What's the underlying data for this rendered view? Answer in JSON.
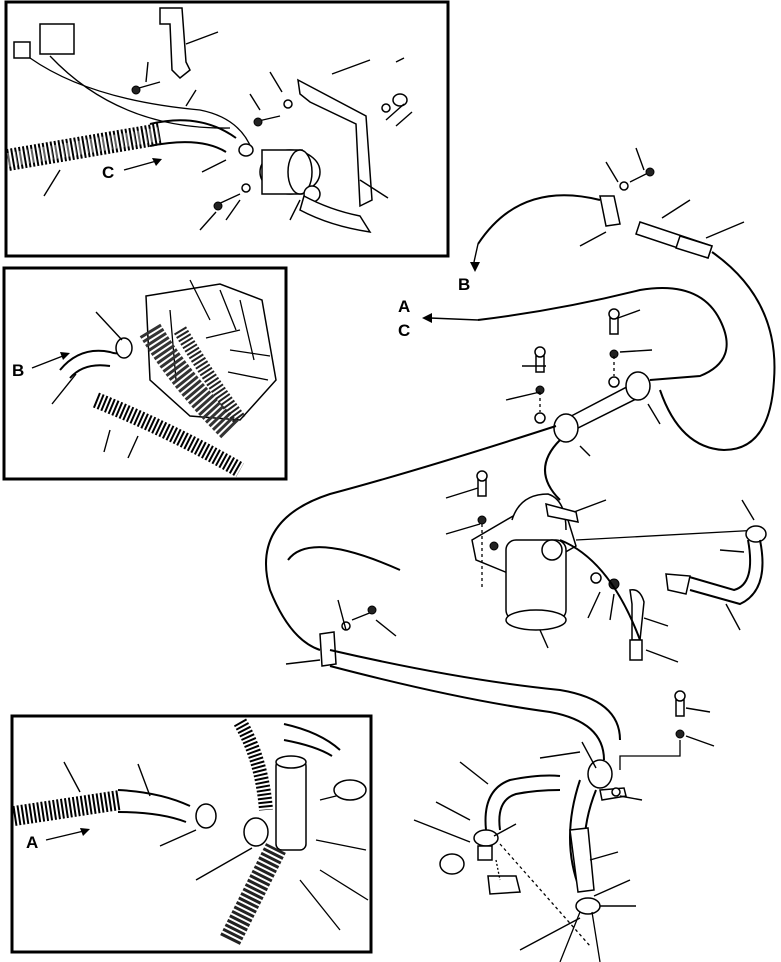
{
  "view_labels": {
    "a": "A",
    "b": "B",
    "c": "C"
  },
  "colors": {
    "line": "#000000",
    "background": "#ffffff"
  }
}
